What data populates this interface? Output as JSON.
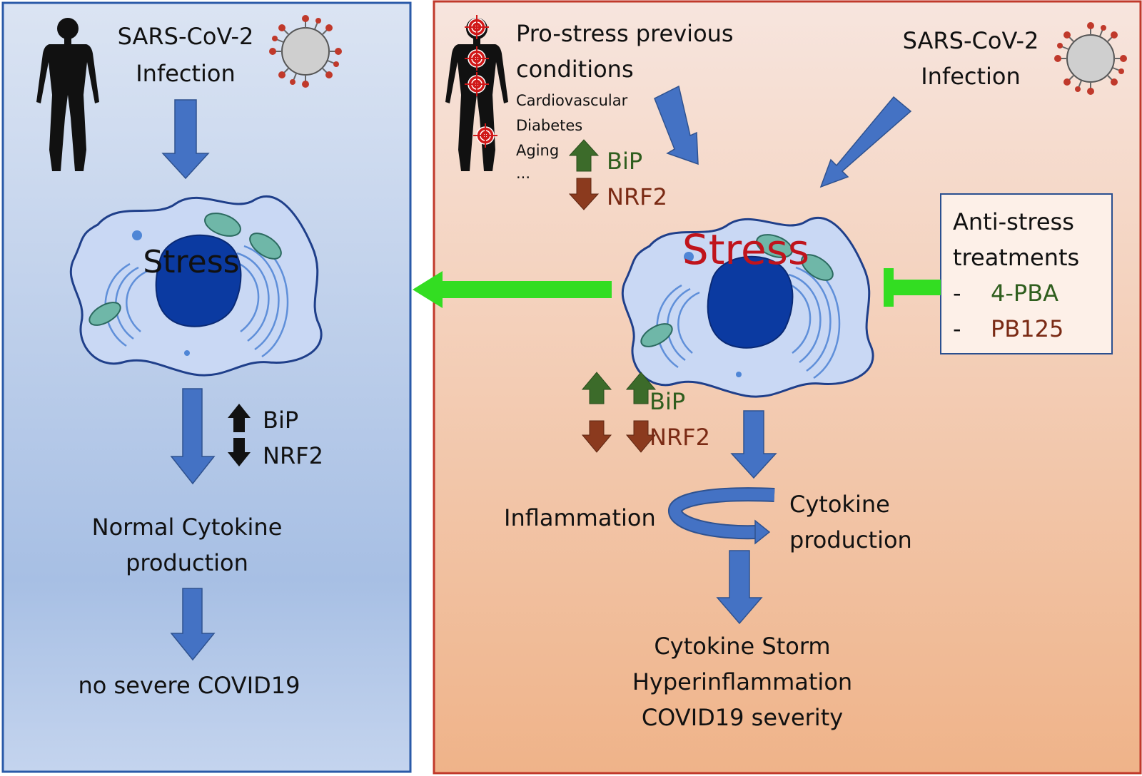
{
  "left_panel": {
    "infection_line1": "SARS-CoV-2",
    "infection_line2": "Infection",
    "cell_label": "Stress",
    "bip": "BiP",
    "nrf2": "NRF2",
    "outcome1_line1": "Normal Cytokine",
    "outcome1_line2": "production",
    "outcome2": "no severe COVID19"
  },
  "right_panel": {
    "prestress_line1": "Pro-stress previous",
    "prestress_line2": "conditions",
    "conditions": [
      "Cardiovascular",
      "Diabetes",
      "Aging",
      "..."
    ],
    "bip_top": "BiP",
    "nrf2_top": "NRF2",
    "infection_line1": "SARS-CoV-2",
    "infection_line2": "Infection",
    "cell_label": "Stress",
    "treatments_line1": "Anti-stress",
    "treatments_line2": "treatments",
    "treatment_dash": "-",
    "treatments": [
      "4-PBA",
      "PB125"
    ],
    "bip_mid": "BiP",
    "nrf2_mid": "NRF2",
    "inflammation": "Inflammation",
    "cytokine_line1": "Cytokine",
    "cytokine_line2": "production",
    "outcome_line1": "Cytokine Storm",
    "outcome_line2": "Hyperinflammation",
    "outcome_line3": "COVID19 severity"
  },
  "colors": {
    "left_border": "#2a5aa8",
    "right_border": "#c0392b",
    "arrow_blue": "#4472c4",
    "arrow_green": "#33dd22",
    "up_green": "#3c6b2a",
    "down_red": "#8b3a1e",
    "stress_red": "#c0141c"
  },
  "icons": [
    "human-silhouette-icon",
    "coronavirus-icon",
    "target-icon",
    "cell-icon"
  ]
}
